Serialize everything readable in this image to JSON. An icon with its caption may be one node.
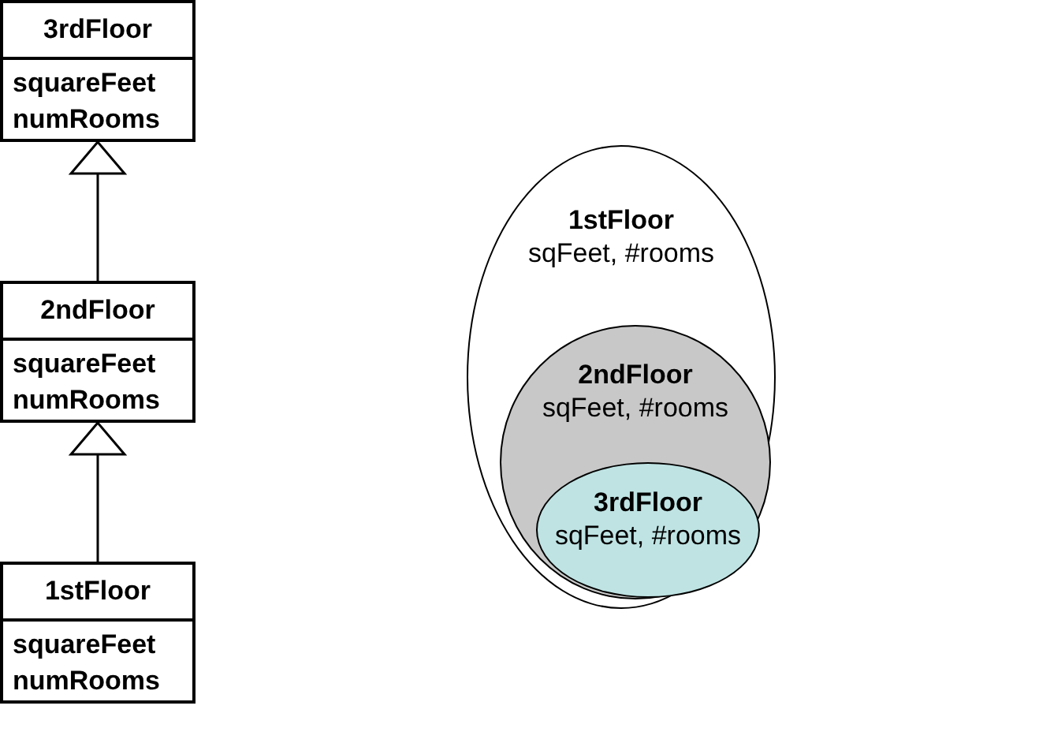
{
  "diagram": {
    "nodes": [
      {
        "text": [
          "3rdFloor",
          "squareFeet numRooms"
        ]
      },
      {
        "text": [
          "2ndFloor",
          "squareFeet numRooms"
        ]
      },
      {
        "text": [
          "1stFloor",
          "squareFeet numRooms"
        ]
      },
      {
        "text": [
          "1stFloor",
          "sqFeet, #rooms"
        ]
      },
      {
        "text": [
          "2ndFloor",
          "sqFeet, #rooms"
        ],
        "in": 3
      },
      {
        "text": [
          "3rdFloor",
          "sqFeet, #rooms"
        ],
        "in": 4
      }
    ],
    "edges": [
      {
        "from": 1,
        "to": 0,
        "arrow": "to"
      },
      {
        "from": 2,
        "to": 1,
        "arrow": "to"
      }
    ]
  }
}
